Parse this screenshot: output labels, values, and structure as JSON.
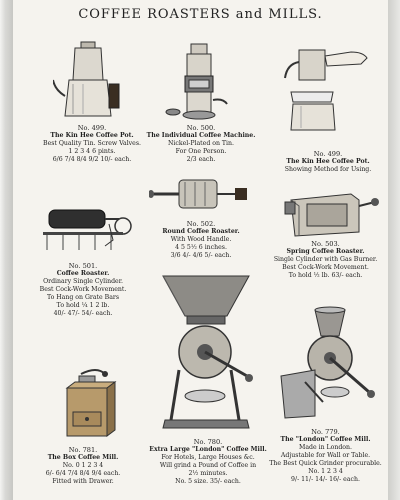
{
  "title": "COFFEE ROASTERS and MILLS.",
  "items": [
    {
      "no": "No. 499.",
      "name": "The Kin Hee Coffee Pot.",
      "lines": [
        "Best Quality Tin.  Screw Valves."
      ],
      "prices": [
        "1    2    3    4    6 pints.",
        "6/6  7/4  8/4  9/2  10/- each."
      ]
    },
    {
      "no": "No. 500.",
      "name": "The Individual Coffee Machine.",
      "lines": [
        "Nickel-Plated on Tin.",
        "For One Person.",
        "2/3 each."
      ],
      "prices": []
    },
    {
      "no": "No. 499.",
      "name": "The Kin Hee Coffee Pot.",
      "lines": [
        "Showing Method for Using."
      ],
      "prices": []
    },
    {
      "no": "No. 502.",
      "name": "Round Coffee Roaster.",
      "lines": [
        "With Wood Handle."
      ],
      "prices": [
        "4    5    5½   6 inches.",
        "3/6  4/-  4/6  5/- each."
      ]
    },
    {
      "no": "No. 501.",
      "name": "Coffee Roaster.",
      "lines": [
        "Ordinary Single Cylinder.",
        "Best Cock-Work Movement.",
        "To Hang on Grate Bars"
      ],
      "prices": [
        "To hold ¼    1    2   lb.",
        "40/-  47/-  54/- each."
      ]
    },
    {
      "no": "No. 503.",
      "name": "Spring Coffee Roaster.",
      "lines": [
        "Single Cylinder with Gas Burner.",
        "Best Cock-Work Movement.",
        "To hold ½ lb. 63/- each."
      ],
      "prices": []
    },
    {
      "no": "No. 781.",
      "name": "The Box Coffee Mill.",
      "lines": [],
      "prices": [
        "No.  0    1    2    3    4",
        "6/-  6/4  7/4  8/4  9/4 each."
      ],
      "extra": "Fitted with Drawer."
    },
    {
      "no": "No. 780.",
      "name": "Extra Large \"London\" Coffee Mill.",
      "lines": [
        "For Hotels, Large Houses &c.",
        "Will grind a Pound of Coffee in",
        "2½ minutes.",
        "No. 5 size. 35/- each."
      ],
      "prices": []
    },
    {
      "no": "No. 779.",
      "name": "The \"London\" Coffee Mill.",
      "lines": [
        "Made in London.",
        "Adjustable for Wall or Table.",
        "The Best Quick Grinder procurable."
      ],
      "prices": [
        "No.  1    2    3    4",
        "9/-  11/-  14/-  16/- each."
      ]
    }
  ]
}
